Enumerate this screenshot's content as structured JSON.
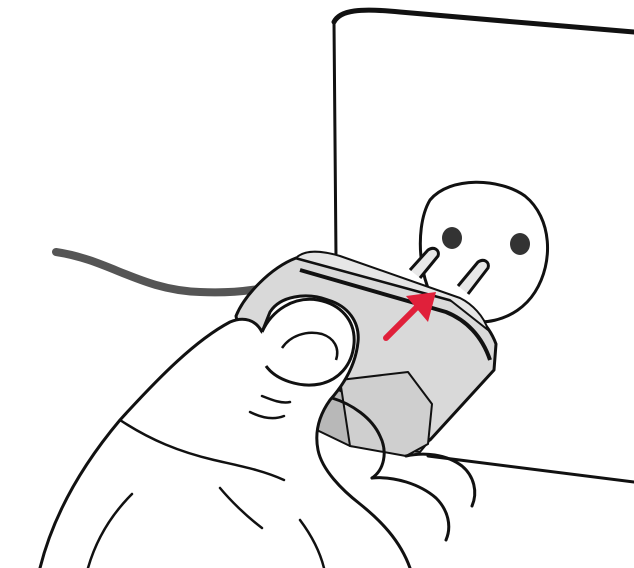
{
  "illustration": {
    "colors": {
      "outline": "#111111",
      "wall": "#ffffff",
      "socket": "#ffffff",
      "socket_holes": "#333333",
      "adapter_body": "#d9d9d9",
      "adapter_shadow": "#b8b8b8",
      "cord": "#555555",
      "arrow": "#e0203a",
      "skin": "#ffffff"
    },
    "icons": [
      "wall-outlet",
      "power-adapter",
      "power-cord",
      "hand",
      "insert-direction-arrow"
    ]
  }
}
